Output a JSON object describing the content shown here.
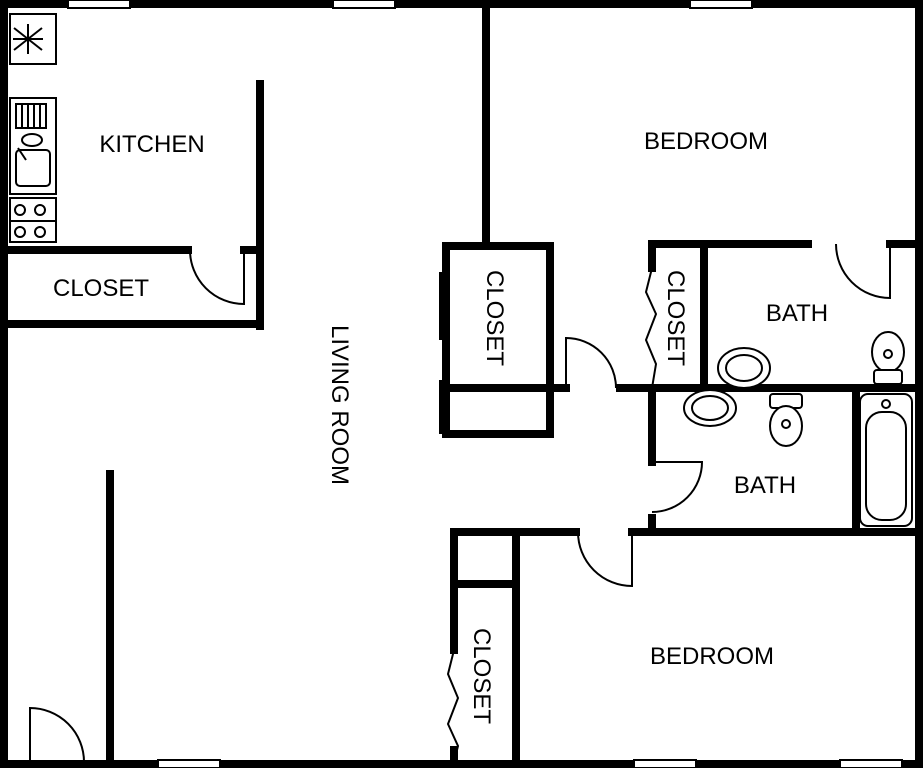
{
  "rooms": {
    "kitchen": "KITCHEN",
    "kitchen_closet": "CLOSET",
    "living_room": "LIVING ROOM",
    "center_closet": "CLOSET",
    "hall_closet": "CLOSET",
    "bottom_closet": "CLOSET",
    "bedroom_top": "BEDROOM",
    "bedroom_bottom": "BEDROOM",
    "bath_top": "BATH",
    "bath_bottom": "BATH"
  },
  "colors": {
    "wall": "#000000",
    "floor": "#ffffff"
  },
  "icons": [
    "refrigerator-icon",
    "sink-icon",
    "stove-icon",
    "toilet-icon",
    "bathtub-icon",
    "door-swing-icon",
    "window-icon"
  ]
}
